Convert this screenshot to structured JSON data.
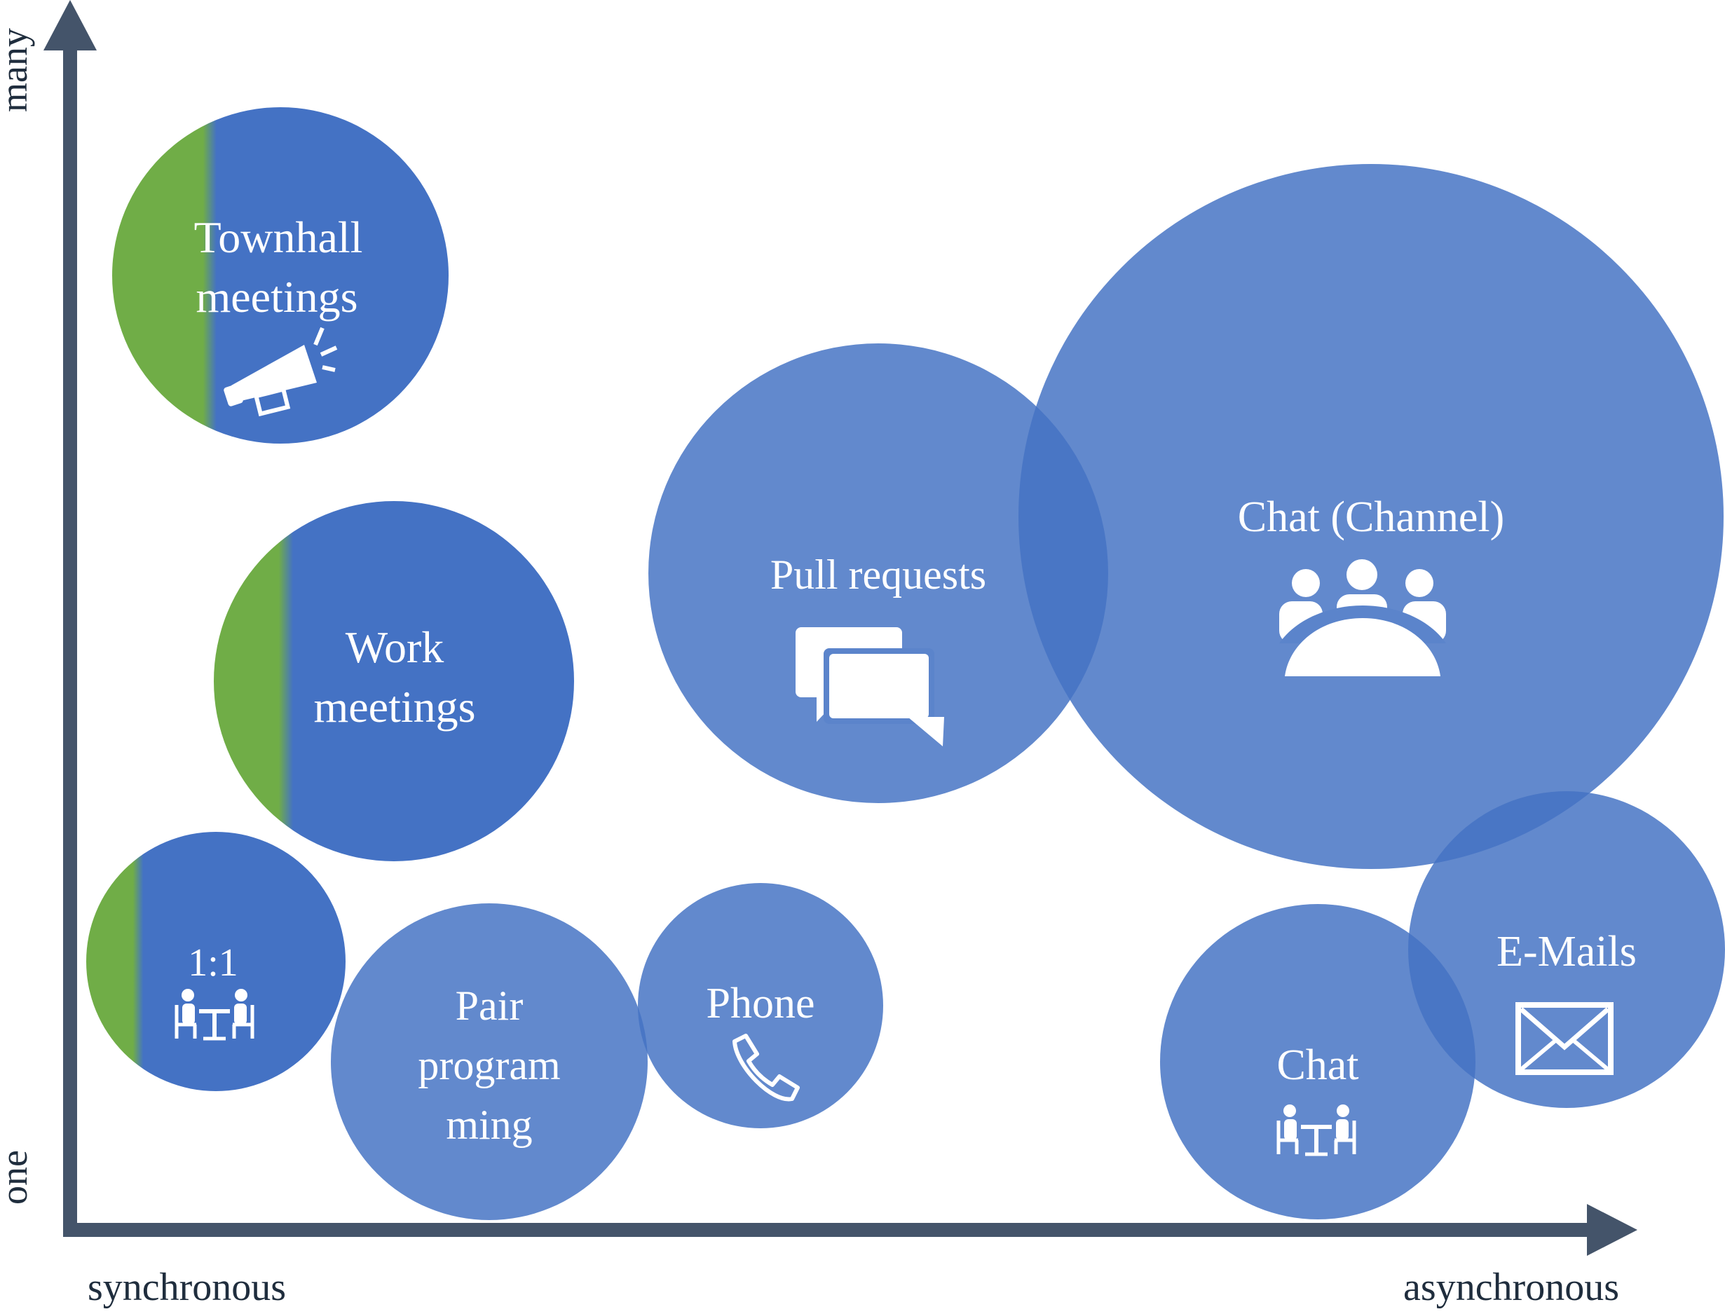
{
  "axes": {
    "x_start_label": "synchronous",
    "x_end_label": "asynchronous",
    "y_start_label": "one",
    "y_end_label": "many"
  },
  "colors": {
    "axis": "#44546a",
    "bubble_dark": "#4472c4",
    "bubble_light": "#5b84cb",
    "bubble_green": "#70ad47",
    "text": "#ffffff"
  },
  "bubbles": {
    "townhall": {
      "line1": "Townhall",
      "line2": "meetings",
      "icon": "megaphone-icon"
    },
    "work": {
      "line1": "Work",
      "line2": "meetings"
    },
    "one_on_one": {
      "label": "1:1",
      "icon": "meeting-table-icon"
    },
    "pair": {
      "line1": "Pair",
      "line2": "program",
      "line3": "ming"
    },
    "phone": {
      "label": "Phone",
      "icon": "phone-icon"
    },
    "pull": {
      "label": "Pull requests",
      "icon": "speech-bubbles-icon"
    },
    "channel": {
      "label": "Chat (Channel)",
      "icon": "group-icon"
    },
    "chat": {
      "label": "Chat",
      "icon": "meeting-table-icon"
    },
    "email": {
      "label": "E-Mails",
      "icon": "envelope-icon"
    }
  }
}
